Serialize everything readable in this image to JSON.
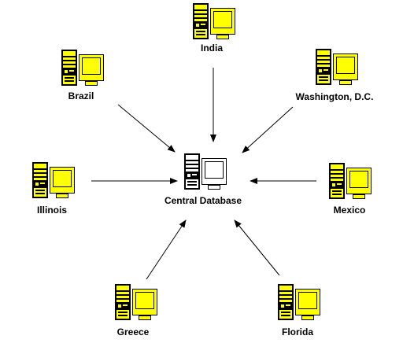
{
  "colors": {
    "monitor_screen_remote": "#FFFF00",
    "monitor_screen_central": "#FFFFFF",
    "case_fill": "#FFFF00",
    "case_dark": "#000000",
    "outline": "#000000",
    "background": "#FFFFFF"
  },
  "central": {
    "label": "Central Database",
    "icon": "computer-icon"
  },
  "nodes": [
    {
      "id": "india",
      "label": "India",
      "icon": "computer-icon"
    },
    {
      "id": "brazil",
      "label": "Brazil",
      "icon": "computer-icon"
    },
    {
      "id": "washington",
      "label": "Washington, D.C.",
      "icon": "computer-icon"
    },
    {
      "id": "illinois",
      "label": "Illinois",
      "icon": "computer-icon"
    },
    {
      "id": "mexico",
      "label": "Mexico",
      "icon": "computer-icon"
    },
    {
      "id": "greece",
      "label": "Greece",
      "icon": "computer-icon"
    },
    {
      "id": "florida",
      "label": "Florida",
      "icon": "computer-icon"
    }
  ]
}
